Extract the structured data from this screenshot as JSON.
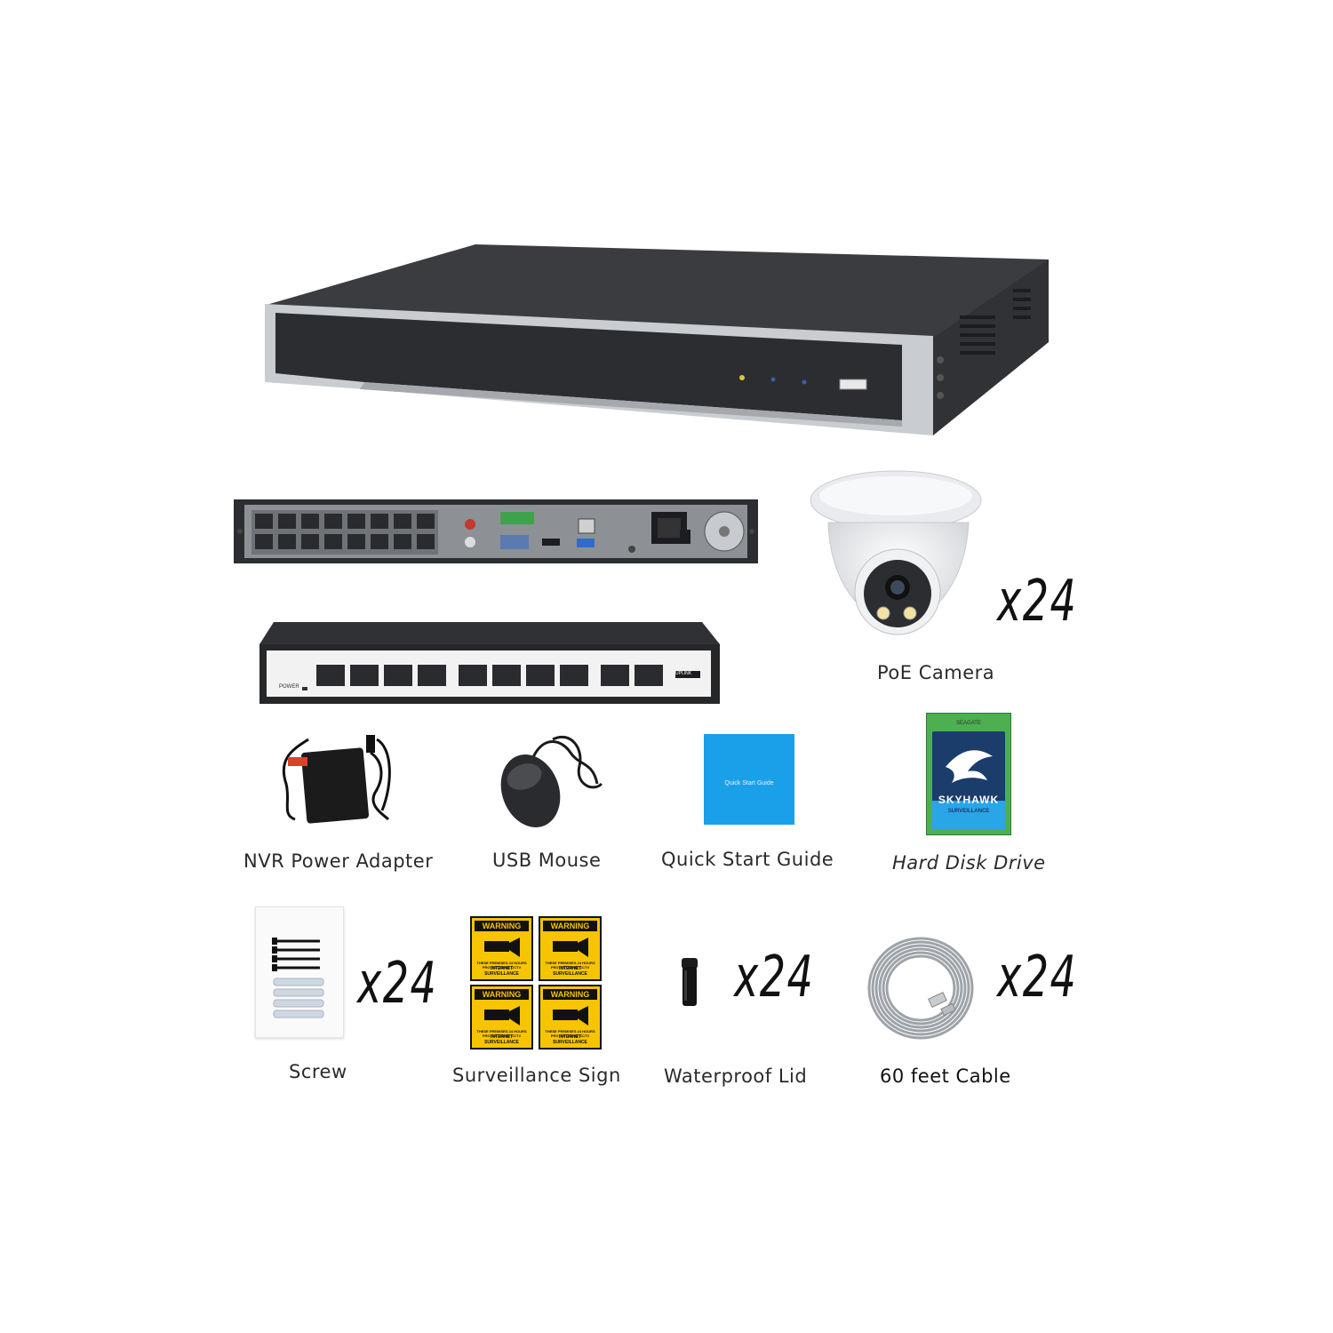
{
  "items": {
    "nvr": {
      "name": "NVR"
    },
    "poe_switch": {
      "power_text": "POWER",
      "uplink_text": "UPLINK"
    },
    "camera": {
      "label": "PoE Camera",
      "qty": "x24"
    },
    "power_adapter": {
      "label": "NVR Power Adapter"
    },
    "mouse": {
      "label": "USB Mouse"
    },
    "guide": {
      "label": "Quick Start Guide",
      "cover_text": "Quick Start Guide"
    },
    "hdd": {
      "label": "Hard Disk Drive",
      "maker": "SEAGATE",
      "brand": "SKYHAWK",
      "brand_sub": "SURVEILLANCE"
    },
    "screw": {
      "label": "Screw",
      "qty": "x24"
    },
    "sign": {
      "label": "Surveillance Sign",
      "warning": "WARNING",
      "small_text": "THESE PREMISES 24 HOURS PROTECTED BY CCTV",
      "foot_text": "INTERNET SURVEILLANCE"
    },
    "lid": {
      "label": "Waterproof Lid",
      "qty": "x24"
    },
    "cable": {
      "label": "60 feet Cable",
      "qty": "x24"
    }
  },
  "colors": {
    "nvr_body": "#2b2d30",
    "nvr_silver": "#c9ccd0",
    "guide_blue": "#1aa0e8",
    "hdd_green": "#4cb050",
    "sign_yellow": "#f6c400"
  }
}
